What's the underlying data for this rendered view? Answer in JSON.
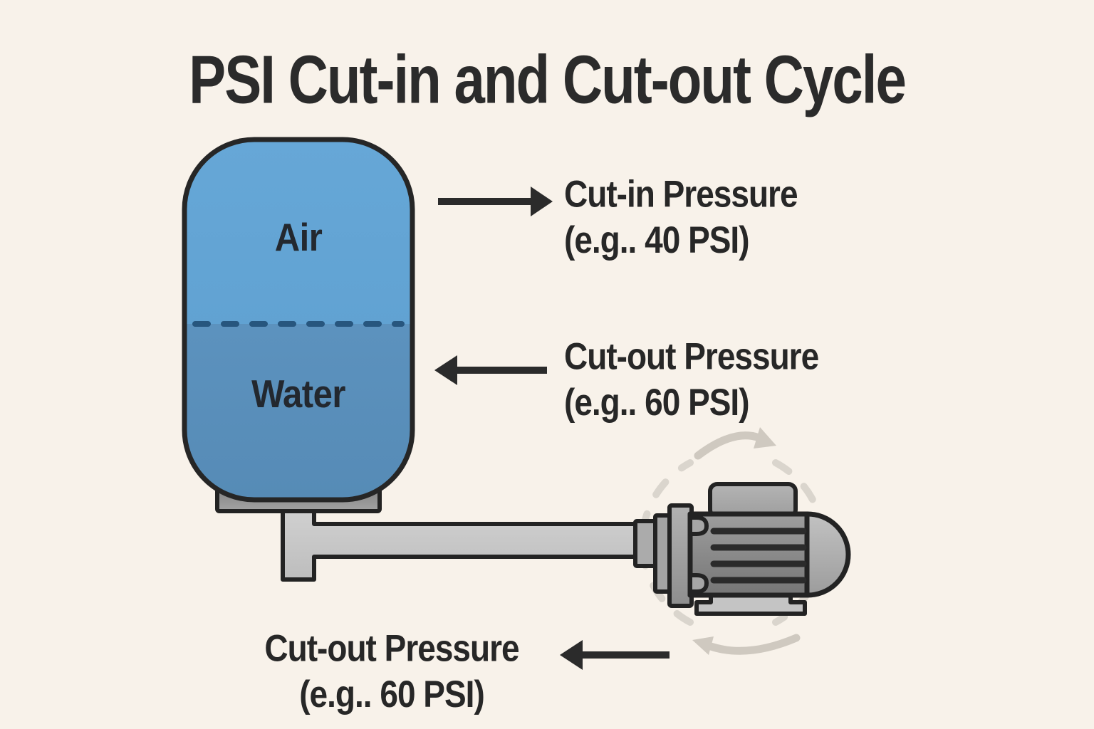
{
  "title": "PSI Cut-in and Cut-out Cycle",
  "tank": {
    "air_label": "Air",
    "water_label": "Water"
  },
  "annotations": {
    "cut_in": {
      "line1": "Cut-in Pressure",
      "line2": "(e.g.. 40 PSI)"
    },
    "cut_out_upper": {
      "line1": "Cut-out Pressure",
      "line2": "(e.g.. 60 PSI)"
    },
    "cut_out_lower": {
      "line1": "Cut-out Pressure",
      "line2": "(e.g.. 60 PSI)"
    }
  },
  "icons": {
    "cut_in_arrow": "arrow-right",
    "cut_out_upper_arrow": "arrow-left",
    "cut_out_lower_arrow": "arrow-left",
    "pump_rotation": "clockwise-dashed-circle"
  },
  "colors": {
    "background": "#F8F2EA",
    "ink": "#2B2B2B",
    "tank_air": "#63A2D2",
    "tank_water": "#5A8FBA",
    "tank_outline": "#262626",
    "water_line": "#27567E",
    "pipe_fill": "#C9C9C9",
    "metal_outline": "#232323",
    "rotation_dash": "#DAD5CD",
    "rotation_arrow": "#CFC9C0"
  }
}
